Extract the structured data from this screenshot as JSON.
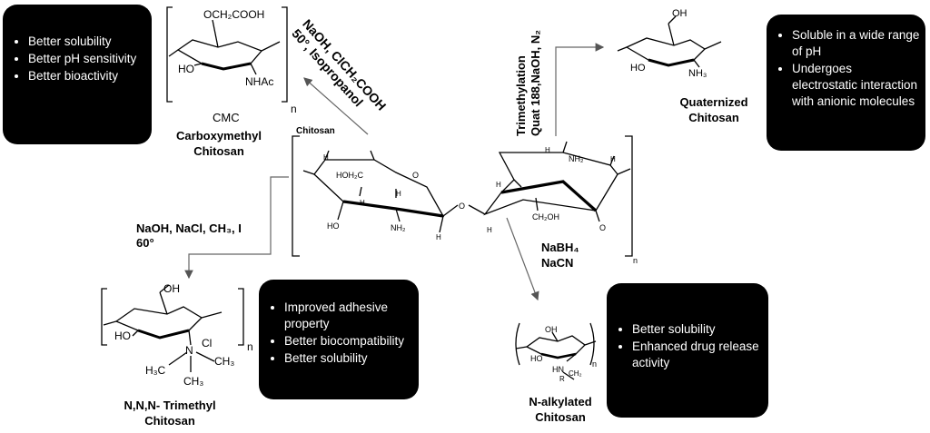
{
  "boxes": {
    "cmc": [
      "Better solubility",
      "Better pH sensitivity",
      "Better bioactivity"
    ],
    "quaternized": [
      "Soluble in a wide range of pH",
      "Undergoes electrostatic interaction with anionic molecules"
    ],
    "trimethyl": [
      "Improved adhesive property",
      "Better biocompatibility",
      "Better solubility"
    ],
    "alkylated": [
      "Better solubility",
      "Enhanced drug release activity"
    ]
  },
  "labels": {
    "cmc_abbrev": "CMC",
    "cmc_name": "Carboxymethyl Chitosan",
    "quaternized": "Quaternized Chitosan",
    "trimethyl": "N,N,N- Trimethyl Chitosan",
    "alkylated": "N-alkylated Chitosan",
    "center": "Chitosan"
  },
  "reagents": {
    "cmc_line1": "NaOH, ClCH₂COOH",
    "cmc_line2": "50°, Isopropanol",
    "quat_line1": "Trimethylation",
    "quat_line2": "Quat 188,NaOH, N₂",
    "trimethyl_line1": "NaOH, NaCl, CH₃, I",
    "trimethyl_line2": "60°",
    "alkyl_line1": "NaBH₄",
    "alkyl_line2": "NaCN"
  },
  "structure_text": {
    "cmc_substituent": "OCH₂COOH",
    "cmc_oh": "HO",
    "cmc_nhac": "NHAc",
    "subscript_n": "n",
    "quat_oh_top": "OH",
    "quat_ho": "HO",
    "quat_nh3": "NH₃",
    "tm_oh_top": "OH",
    "tm_ho": "HO",
    "tm_n": "N",
    "tm_cl": "Cl",
    "tm_h3c_left": "H₃C",
    "tm_ch3_right": "CH₃",
    "tm_ch3_bottom": "CH₃",
    "alk_oh": "OH",
    "alk_ho": "HO",
    "alk_hn": "HN",
    "alk_ch2": "CH₂",
    "alk_r": "R",
    "center_hoh2c": "HOH₂C",
    "center_ho": "HO",
    "center_nh2_left": "NH₂",
    "center_nh2_right": "NH₂",
    "center_ch2oh": "CH₂OH",
    "center_h": "H",
    "center_o": "O"
  }
}
